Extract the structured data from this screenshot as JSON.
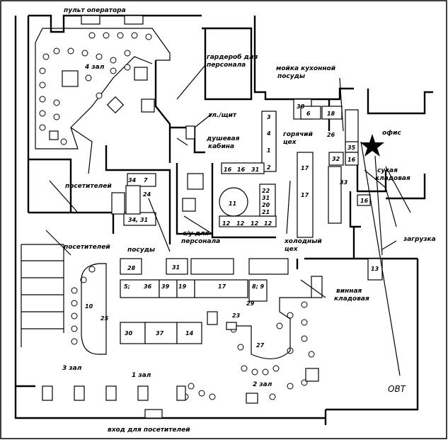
{
  "labels": {
    "operator_desk": "пульт оператора",
    "hall4": "4 зал",
    "staff_wardrobe_1": "гардероб для",
    "staff_wardrobe_2": "персонала",
    "kitchen_wash_1": "мойка кухонной",
    "kitchen_wash_2": "посуды",
    "el_panel": "эл./щит",
    "shower_1": "душевая",
    "shower_2": "кабина",
    "hot_shop_1": "горячий",
    "hot_shop_2": "цех",
    "office": "офис",
    "dry_store_1": "сухая",
    "dry_store_2": "кладовая",
    "visitors_wc_top": "посетителей",
    "visitors_wc_bottom": "посетителей",
    "dishes": "посуды",
    "staff_wc_1": "с/у для",
    "staff_wc_2": "персонала",
    "cold_shop_1": "холодный",
    "cold_shop_2": "цех",
    "loading": "загрузка",
    "wine_store_1": "винная",
    "wine_store_2": "кладовая",
    "hall3": "3 зал",
    "hall1": "1 зал",
    "hall2": "2 зал",
    "entrance": "вход для посетителей",
    "marker": "ОВТ"
  },
  "rooms": {
    "r38": "38",
    "r6": "6",
    "r18": "18",
    "r26": "26",
    "r35": "35",
    "r32": "32",
    "r16a": "16",
    "r3": "3",
    "r4": "4",
    "r1": "1",
    "r2": "2",
    "r16b": "16",
    "r16c": "16",
    "r31a": "31",
    "r34": "34",
    "r7": "7",
    "r24": "24",
    "r3431": "34, 31",
    "r11": "11",
    "r22": "22",
    "r31b": "31",
    "r20": "20",
    "r21": "21",
    "r12a": "12",
    "r12b": "12",
    "r12c": "12",
    "r12d": "12",
    "r17a": "17",
    "r17b": "17",
    "r33": "33",
    "r16d": "16",
    "r13": "13",
    "r28": "28",
    "r31c": "31",
    "r5": "5;",
    "r36": "36",
    "r39": "39",
    "r19": "19",
    "r17c": "17",
    "r89": "8; 9",
    "r29": "29",
    "r23": "23",
    "r10": "10",
    "r25": "25",
    "r30": "30",
    "r37": "37",
    "r14": "14",
    "r27": "27"
  }
}
